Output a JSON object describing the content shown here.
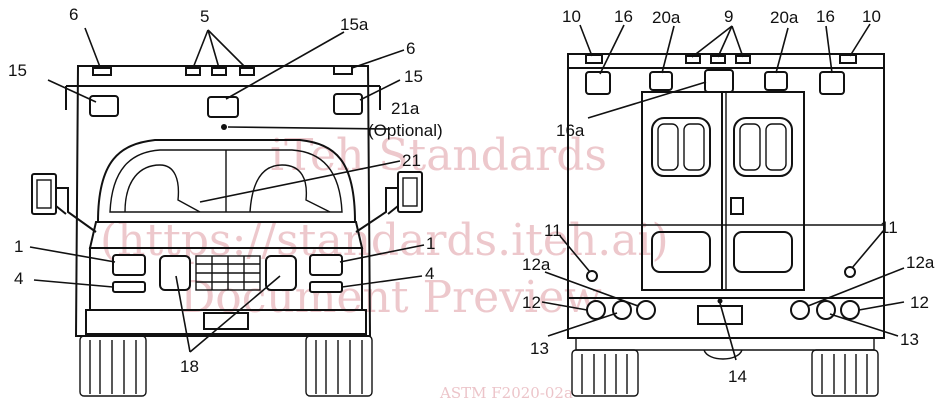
{
  "labels": {
    "front": {
      "l6a": "6",
      "l5": "5",
      "l15a": "15a",
      "l6b": "6",
      "l15left": "15",
      "l15right": "15",
      "l21a": "21a",
      "optional": "(Optional)",
      "l21": "21",
      "l1left": "1",
      "l1right": "1",
      "l4left": "4",
      "l4right": "4",
      "l18": "18"
    },
    "rear": {
      "l10left": "10",
      "l16left": "16",
      "l20aleft": "20a",
      "l9": "9",
      "l20aright": "20a",
      "l16right": "16",
      "l10right": "10",
      "l16a": "16a",
      "l11left": "11",
      "l11right": "11",
      "l12aleft": "12a",
      "l12aright": "12a",
      "l12left": "12",
      "l12right": "12",
      "l13left": "13",
      "l13right": "13",
      "l14": "14"
    }
  },
  "watermark": {
    "line1": "iTeh Standards",
    "line2": "(https://standards.iteh.ai)",
    "line3": "Document Preview",
    "footer": "ASTM F2020-02a"
  }
}
